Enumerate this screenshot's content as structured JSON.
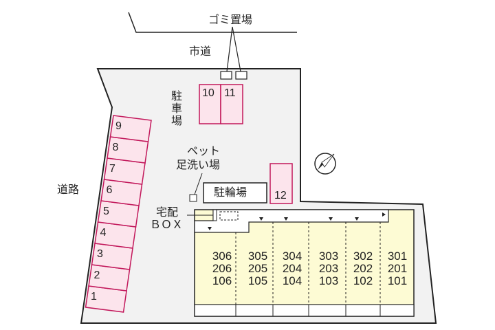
{
  "labels": {
    "garbage": "ゴミ置場",
    "city_road": "市道",
    "parking": "駐車場",
    "road": "道路",
    "pet_wash": [
      "ペット",
      "足洗い場"
    ],
    "bicycle_parking": "駐輪場",
    "delivery_box": [
      "宅配",
      "ＢＯＸ"
    ],
    "compass_north": "N"
  },
  "parking_spaces": [
    "1",
    "2",
    "3",
    "4",
    "5",
    "6",
    "7",
    "8",
    "9",
    "10",
    "11",
    "12"
  ],
  "units": [
    [
      "306",
      "206",
      "106"
    ],
    [
      "305",
      "205",
      "105"
    ],
    [
      "304",
      "204",
      "104"
    ],
    [
      "303",
      "203",
      "103"
    ],
    [
      "302",
      "202",
      "102"
    ],
    [
      "301",
      "201",
      "101"
    ]
  ],
  "colors": {
    "parking_fill": "#fce4ec",
    "parking_stroke": "#c2185b",
    "building_fill": "#fdfbd4",
    "ground_fill": "#f2f2f2"
  }
}
